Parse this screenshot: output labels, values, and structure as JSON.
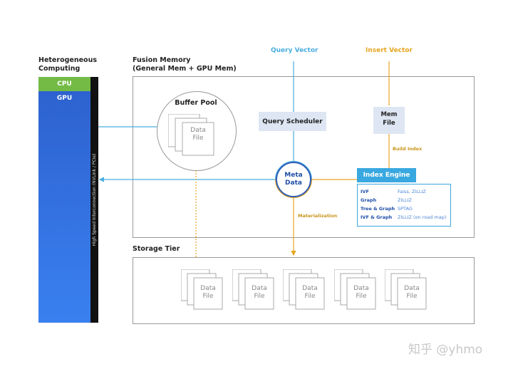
{
  "left_column": {
    "title_line1": "Heterogeneous",
    "title_line2": "Computing",
    "cpu_label": "CPU",
    "gpu_label": "GPU",
    "interconnect_label": "High Speed Interconnection (NVLink / PCIe)",
    "cpu_color": "#74bb46",
    "gpu_color": "#3a74e6"
  },
  "fusion_memory": {
    "title_line1": "Fusion Memory",
    "title_line2": "(General Mem + GPU Mem)",
    "buffer_pool": {
      "title": "Buffer Pool",
      "file_line1": "Data",
      "file_line2": "File"
    },
    "query_scheduler": "Query Scheduler",
    "mem_file_line1": "Mem",
    "mem_file_line2": "File",
    "meta_line1": "Meta",
    "meta_line2": "Data",
    "index_engine": {
      "title": "Index Engine",
      "rows": [
        {
          "key": "IVF",
          "value": "Faiss, ZILLIZ"
        },
        {
          "key": "Graph",
          "value": "ZILLIZ"
        },
        {
          "key": "Tree & Graph",
          "value": "SPTAG"
        },
        {
          "key": "IVF & Graph",
          "value": "ZILLIZ (on road map)"
        }
      ],
      "accent_color": "#39a8e0"
    }
  },
  "flows": {
    "query_vector": "Query Vector",
    "insert_vector": "Insert Vector",
    "build_index": "Build Index",
    "materialization": "Materialization",
    "query_color": "#4aaee0",
    "insert_color": "#e6a520"
  },
  "storage_tier": {
    "title": "Storage Tier",
    "files": [
      {
        "line1": "Data",
        "line2": "File"
      },
      {
        "line1": "Data",
        "line2": "File"
      },
      {
        "line1": "Data",
        "line2": "File"
      },
      {
        "line1": "Data",
        "line2": "File"
      },
      {
        "line1": "Data",
        "line2": "File"
      }
    ]
  },
  "watermark": "知乎 @yhmo"
}
